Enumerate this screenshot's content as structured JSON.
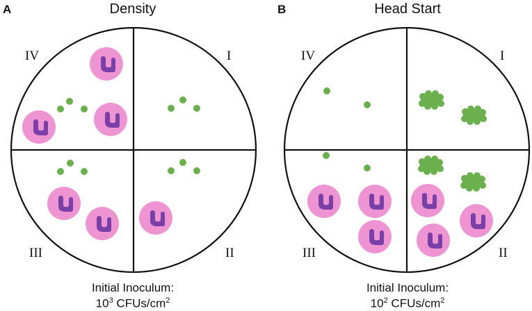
{
  "colors": {
    "outline": "#111111",
    "bacteria": "#6ab04c",
    "cell_body": "#ee94d2",
    "cell_nucleus": "#7b3fa8"
  },
  "icons": {
    "cell": "neutrophil-icon",
    "bacterium": "bacterium-dot-icon",
    "cluster": "bacterial-cluster-icon"
  },
  "quadrant_labels": {
    "q1": "I",
    "q2": "II",
    "q3": "III",
    "q4": "IV"
  },
  "panels": [
    {
      "letter": "A",
      "title": "Density",
      "caption_line1": "Initial Inoculum:",
      "caption_line2_pre": "10",
      "caption_line2_exp": "3",
      "caption_line2_post": " CFUs/cm",
      "caption_line2_unit_exp": "2"
    },
    {
      "letter": "B",
      "title": "Head Start",
      "caption_line1": "Initial Inoculum:",
      "caption_line2_pre": "10",
      "caption_line2_exp": "2",
      "caption_line2_post": " CFUs/cm",
      "caption_line2_unit_exp": "2"
    }
  ]
}
